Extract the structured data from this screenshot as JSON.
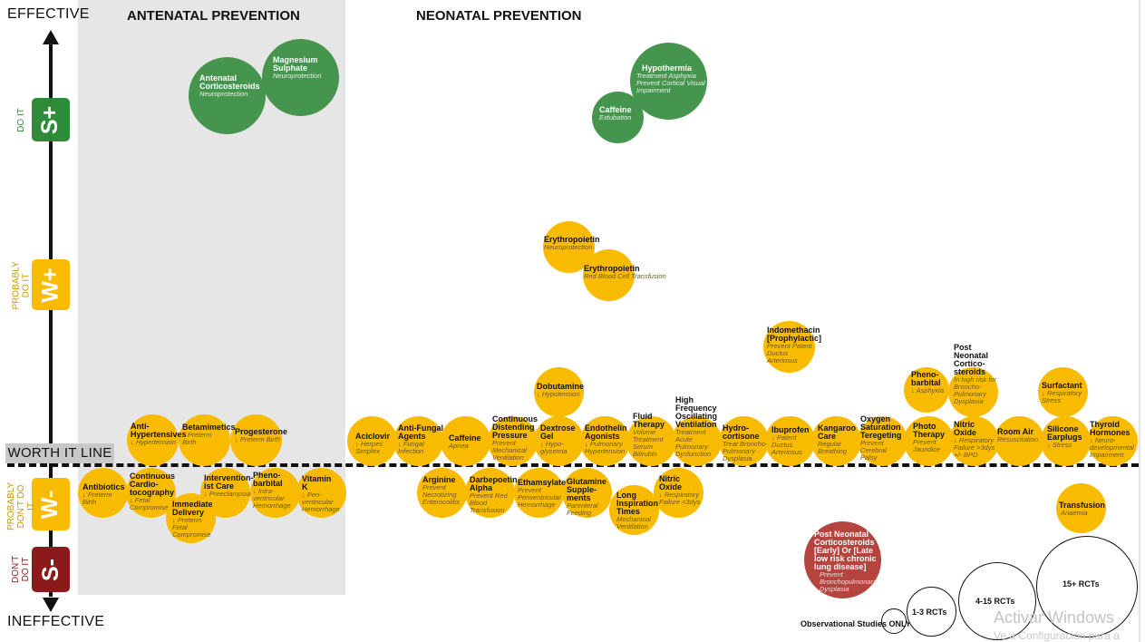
{
  "axis": {
    "top_label": "EFFECTIVE",
    "bottom_label": "INEFFECTIVE",
    "worth_it_line": "WORTH IT LINE"
  },
  "sections": {
    "antenatal": "ANTENATAL PREVENTION",
    "neonatal": "NEONATAL PREVENTION"
  },
  "grades": [
    {
      "code": "S+",
      "side_label": "DO IT",
      "color": "#2e8b3a",
      "label_color": "#2e8b3a"
    },
    {
      "code": "W+",
      "side_label": "PROBABLY DO IT",
      "color": "#f9bb00",
      "label_color": "#c89800"
    },
    {
      "code": "W-",
      "side_label": "PROBABLY DON'T DO IT",
      "color": "#f9bb00",
      "label_color": "#c89800"
    },
    {
      "code": "S-",
      "side_label": "DON'T DO IT",
      "color": "#8b1a1a",
      "label_color": "#8b1a1a"
    }
  ],
  "colors": {
    "strong": "#46954e",
    "weak": "#f9bb00",
    "negative": "#b5443f"
  },
  "interventions": [
    {
      "name": "Magnesium Sulphate",
      "note": "Neuroprotection",
      "grade": "S+"
    },
    {
      "name": "Antenatal Corticosteroids",
      "note": "Neuroprotection",
      "grade": "S+"
    },
    {
      "name": "Hypothermia",
      "note": "Treatment Asphyxia Prevent Cortical Visual Impairment",
      "grade": "S+"
    },
    {
      "name": "Caffeine",
      "note": "Extubation",
      "grade": "S+"
    },
    {
      "name": "Erythropoietin",
      "note": "Neuroprotection",
      "grade": "W+"
    },
    {
      "name": "Erythropoietin",
      "note": "Red Blood Cell Transfusion",
      "grade": "W+"
    },
    {
      "name": "Indomethacin [Prophylactic]",
      "note": "Prevent Patent Ductus Arteriosus",
      "grade": "W+"
    },
    {
      "name": "Post Neonatal Cortico-steroids",
      "note": "In high risk for Broncho-Pulmonary Dysplasia",
      "grade": "W+"
    },
    {
      "name": "Pheno-barbital",
      "note": "↓ Asphyxia",
      "grade": "W+"
    },
    {
      "name": "Surfactant",
      "note": "↓ Respiratory Stress",
      "grade": "W+"
    },
    {
      "name": "Dobutamine",
      "note": "↓ Hypotension",
      "grade": "W+"
    },
    {
      "name": "Anti-Hypertensives",
      "note": "↓ Hypertension",
      "grade": "W+"
    },
    {
      "name": "Betamimetics",
      "note": "↓ Preterm Birth",
      "grade": "W+"
    },
    {
      "name": "Progesterone",
      "note": "↓ Preterm Birth",
      "grade": "W+"
    },
    {
      "name": "Aciclovir",
      "note": "↓ Herpes Simplex",
      "grade": "W+"
    },
    {
      "name": "Anti-Fungal Agents",
      "note": "↓ Fungal Infection",
      "grade": "W+"
    },
    {
      "name": "Caffeine",
      "note": "Apnea",
      "grade": "W+"
    },
    {
      "name": "Continuous Distending Pressure",
      "note": "Prevent Mechanical Ventilation",
      "grade": "W+"
    },
    {
      "name": "Dextrose Gel",
      "note": "↓ Hypo-glycemia",
      "grade": "W+"
    },
    {
      "name": "Endothelin Agonists",
      "note": "↓ Pulmonary Hypertension",
      "grade": "W+"
    },
    {
      "name": "Fluid Therapy",
      "note": "Volume Treatment Serum Bilirubin",
      "grade": "W+"
    },
    {
      "name": "High Frequency Oscillating Ventilation",
      "note": "Treatment Acute Pulmonary Dysfunction",
      "grade": "W+"
    },
    {
      "name": "Hydro-cortisone",
      "note": "Treat Broncho-Pulmonary Dysplasia",
      "grade": "W+"
    },
    {
      "name": "Ibuprofen",
      "note": "↓ Patent Ductus Arteriosus",
      "grade": "W+"
    },
    {
      "name": "Kangaroo Care",
      "note": "Regular Breathing",
      "grade": "W+"
    },
    {
      "name": "Oxygen Saturation Teregeting",
      "note": "Prevent Cerebral Palsy",
      "grade": "W+"
    },
    {
      "name": "Photo Therapy",
      "note": "Prevent Jaundice",
      "grade": "W+"
    },
    {
      "name": "Nitric Oxide",
      "note": "↓ Respiratory Failure >3dys +/- BPD",
      "grade": "W+"
    },
    {
      "name": "Room Air",
      "note": "Resuscitation",
      "grade": "W+"
    },
    {
      "name": "Silicone Earplugs",
      "note": "↓ Stress",
      "grade": "W+"
    },
    {
      "name": "Thyroid Hormones",
      "note": "↓ Neuro-developmental Impairment",
      "grade": "W+"
    },
    {
      "name": "Antibiotics",
      "note": "↓ Preterm Birth",
      "grade": "W-"
    },
    {
      "name": "Continuous Cardio-tocography",
      "note": "↓ Fetal Compromise",
      "grade": "W-"
    },
    {
      "name": "Immediate Delivery",
      "note": "↓ Preterm Fetal Compromise",
      "grade": "W-"
    },
    {
      "name": "Intervention-ist Care",
      "note": "↓ Preeclampsia",
      "grade": "W-"
    },
    {
      "name": "Pheno-barbital",
      "note": "↓ Intra-ventricular Hemorrhage",
      "grade": "W-"
    },
    {
      "name": "Vitamin K",
      "note": "↓ Peri-ventricular Hemorrhage",
      "grade": "W-"
    },
    {
      "name": "Arginine",
      "note": "Prevent Necrotizing Enterocolitis",
      "grade": "W-"
    },
    {
      "name": "Darbepoetin Alpha",
      "note": "Prevent Red Blood Transfusion",
      "grade": "W-"
    },
    {
      "name": "Ethamsylate",
      "note": "Prevent Periventricular Hemorrhage",
      "grade": "W-"
    },
    {
      "name": "Glutamine Supple-ments",
      "note": "Parenteral Feeding",
      "grade": "W-"
    },
    {
      "name": "Long Inspiration Times",
      "note": "Mechanical Ventilation",
      "grade": "W-"
    },
    {
      "name": "Nitric Oxide",
      "note": "↓ Respiratory Failure <3dys",
      "grade": "W-"
    },
    {
      "name": "Transfusion",
      "note": "Anaemia",
      "grade": "W-"
    },
    {
      "name": "Post Neonatal Corticosteroids [Early] Or [Late low risk chronic lung disease]",
      "note": "Prevent Bronchopulmonary Dysplasia",
      "grade": "S-"
    }
  ],
  "legend": {
    "observational": "Observational Studies ONLY",
    "small": "1-3 RCTs",
    "medium": "4-15 RCTs",
    "large": "15+ RCTs"
  },
  "watermark": {
    "line1": "Activar Windows",
    "line2": "Ve a Configuración para a"
  }
}
